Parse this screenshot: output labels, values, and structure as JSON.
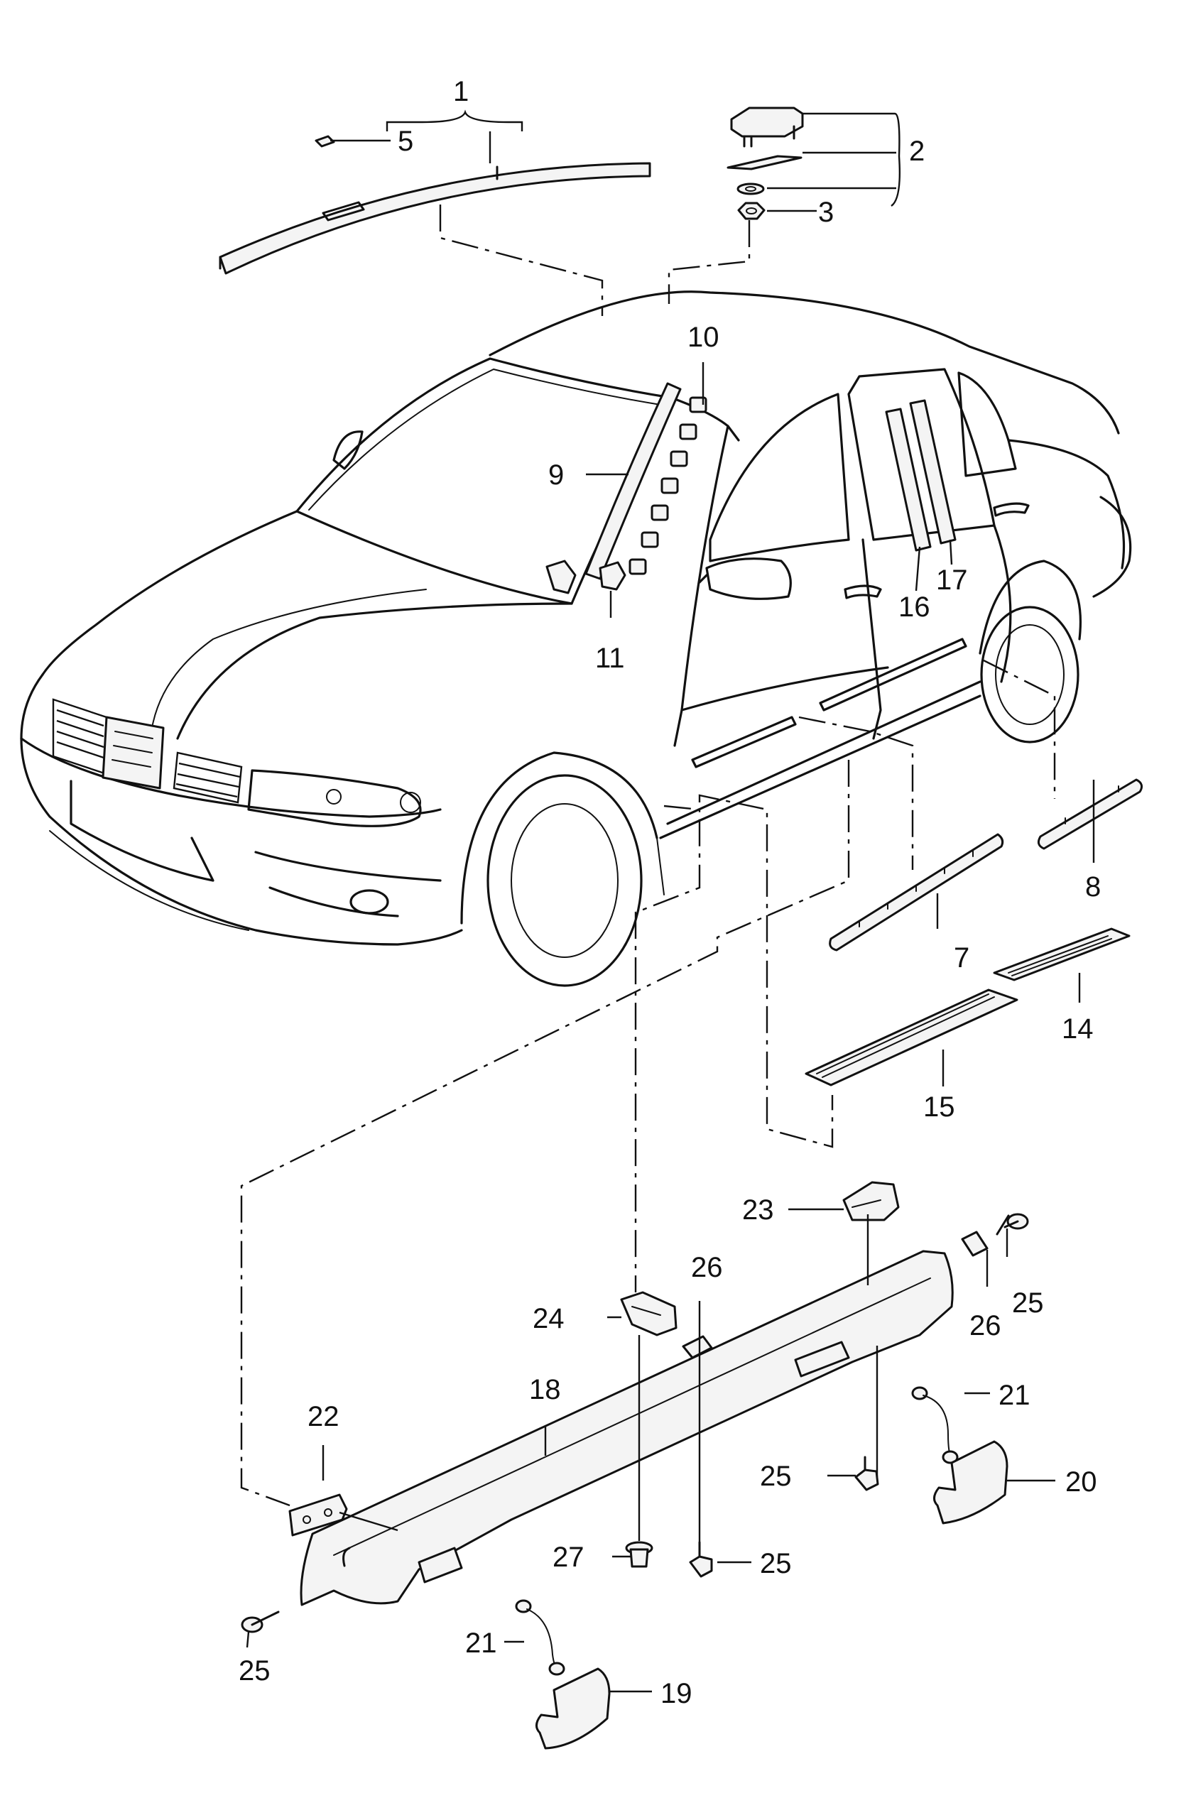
{
  "diagram": {
    "callouts": {
      "c1": "1",
      "c2": "2",
      "c3": "3",
      "c5": "5",
      "c7": "7",
      "c8": "8",
      "c9": "9",
      "c10": "10",
      "c11": "11",
      "c14": "14",
      "c15": "15",
      "c16": "16",
      "c17": "17",
      "c18": "18",
      "c19": "19",
      "c20": "20",
      "c21a": "21",
      "c21b": "21",
      "c22": "22",
      "c23": "23",
      "c24": "24",
      "c25a": "25",
      "c25b": "25",
      "c25c": "25",
      "c25d": "25",
      "c26a": "26",
      "c26b": "26",
      "c27": "27"
    }
  }
}
